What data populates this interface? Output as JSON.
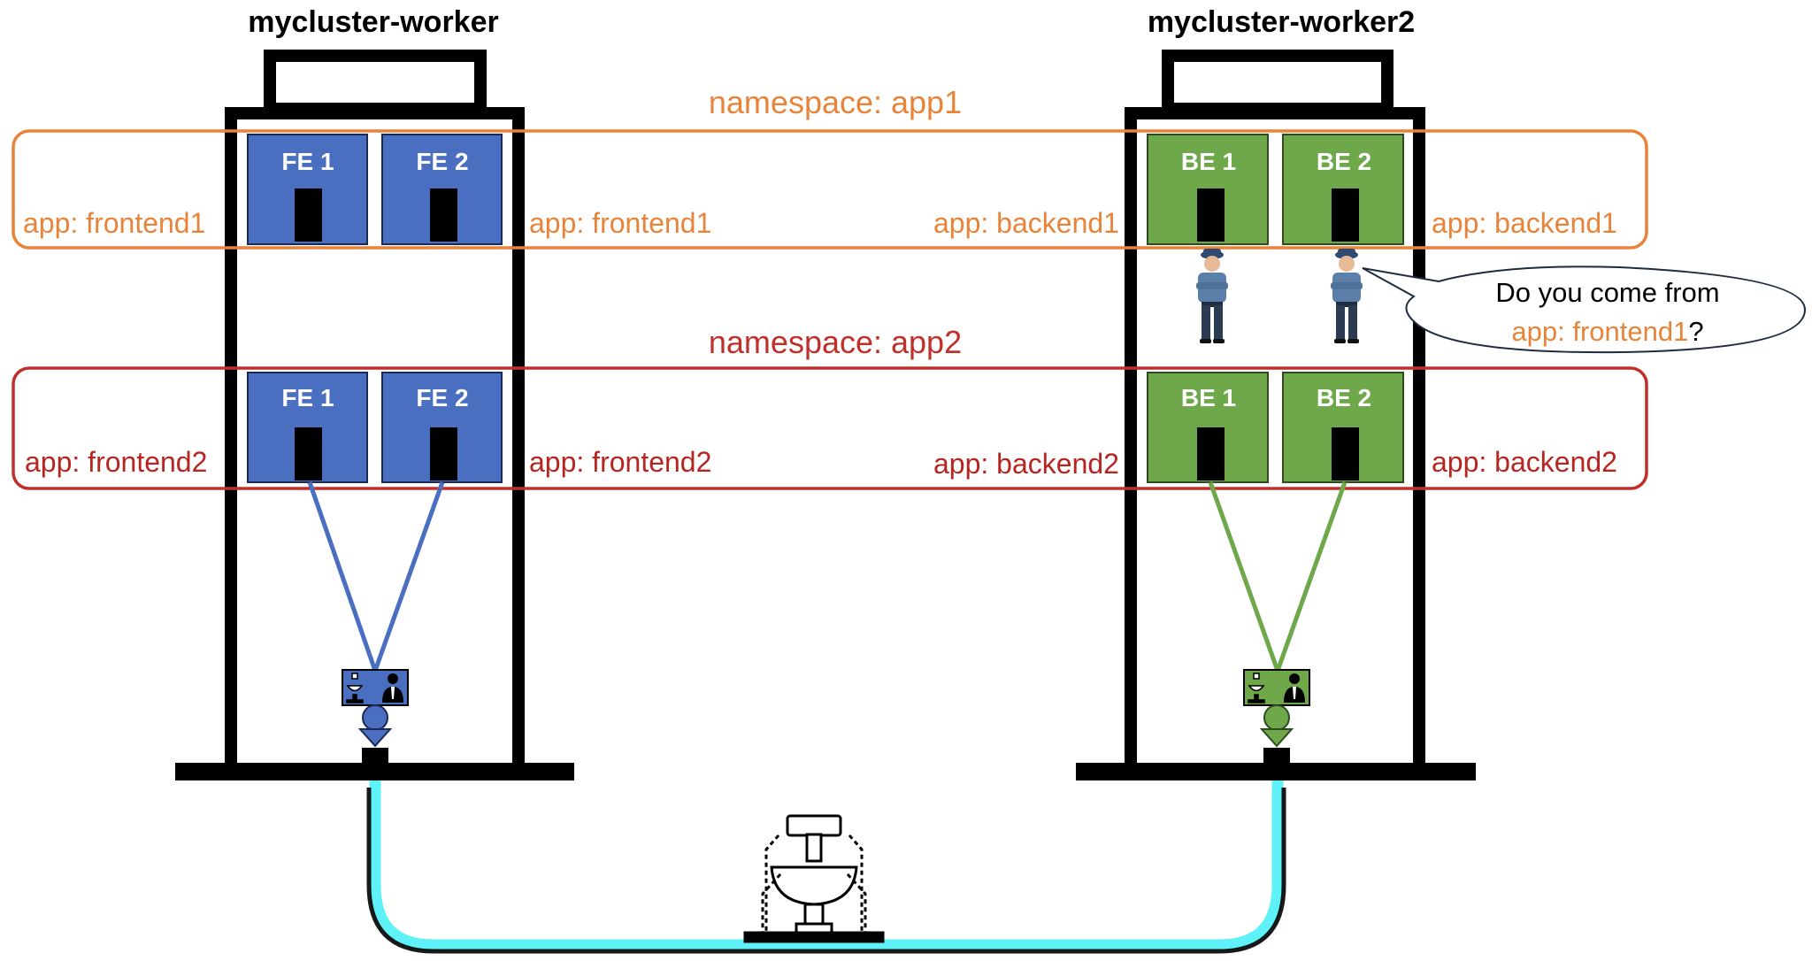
{
  "nodes": {
    "left": {
      "title": "mycluster-worker"
    },
    "right": {
      "title": "mycluster-worker2"
    }
  },
  "namespaces": {
    "app1": {
      "label": "namespace: app1",
      "left_outer_label": "app: frontend1",
      "left_inner_label": "app: frontend1",
      "right_inner_label": "app: backend1",
      "right_outer_label": "app: backend1"
    },
    "app2": {
      "label": "namespace: app2",
      "left_outer_label": "app: frontend2",
      "left_inner_label": "app: frontend2",
      "right_inner_label": "app: backend2",
      "right_outer_label": "app: backend2"
    }
  },
  "pods": {
    "fe1": "FE 1",
    "fe2": "FE 2",
    "be1": "BE 1",
    "be2": "BE 2"
  },
  "speech_bubble": {
    "line1": "Do you come from",
    "line2_label": "app: frontend1",
    "line2_suffix": "?"
  },
  "icons": {
    "guard": "security-guard-icon",
    "fountain": "fountain-icon",
    "router": "fountain-and-person-icon"
  },
  "colors": {
    "frontend": "#4A6FC1",
    "backend": "#6FA84A",
    "app1": "#E8843A",
    "app2": "#C0302B",
    "pipe": "#5EF2F8"
  }
}
